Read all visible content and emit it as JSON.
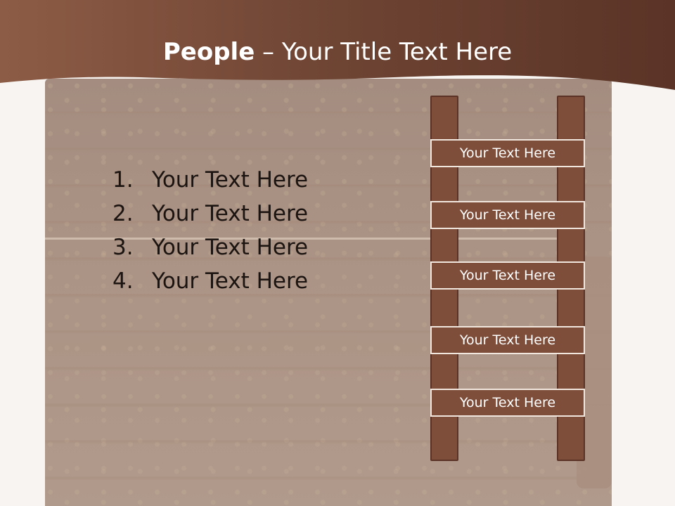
{
  "slide": {
    "title_bold": "People",
    "title_rest": " – Your Title Text Here"
  },
  "list": {
    "items": [
      {
        "number": "1.",
        "text": "Your Text Here"
      },
      {
        "number": "2.",
        "text": "Your Text Here"
      },
      {
        "number": "3.",
        "text": "Your Text Here"
      },
      {
        "number": "4.",
        "text": "Your Text Here"
      }
    ]
  },
  "ladder": {
    "rungs": [
      "Your Text Here",
      "Your Text Here",
      "Your Text Here",
      "Your Text Here",
      "Your Text Here"
    ]
  },
  "colors": {
    "header_brown": "#6b3f2e",
    "ladder_brown": "#7f4e3a",
    "background": "#f7f4f1"
  }
}
